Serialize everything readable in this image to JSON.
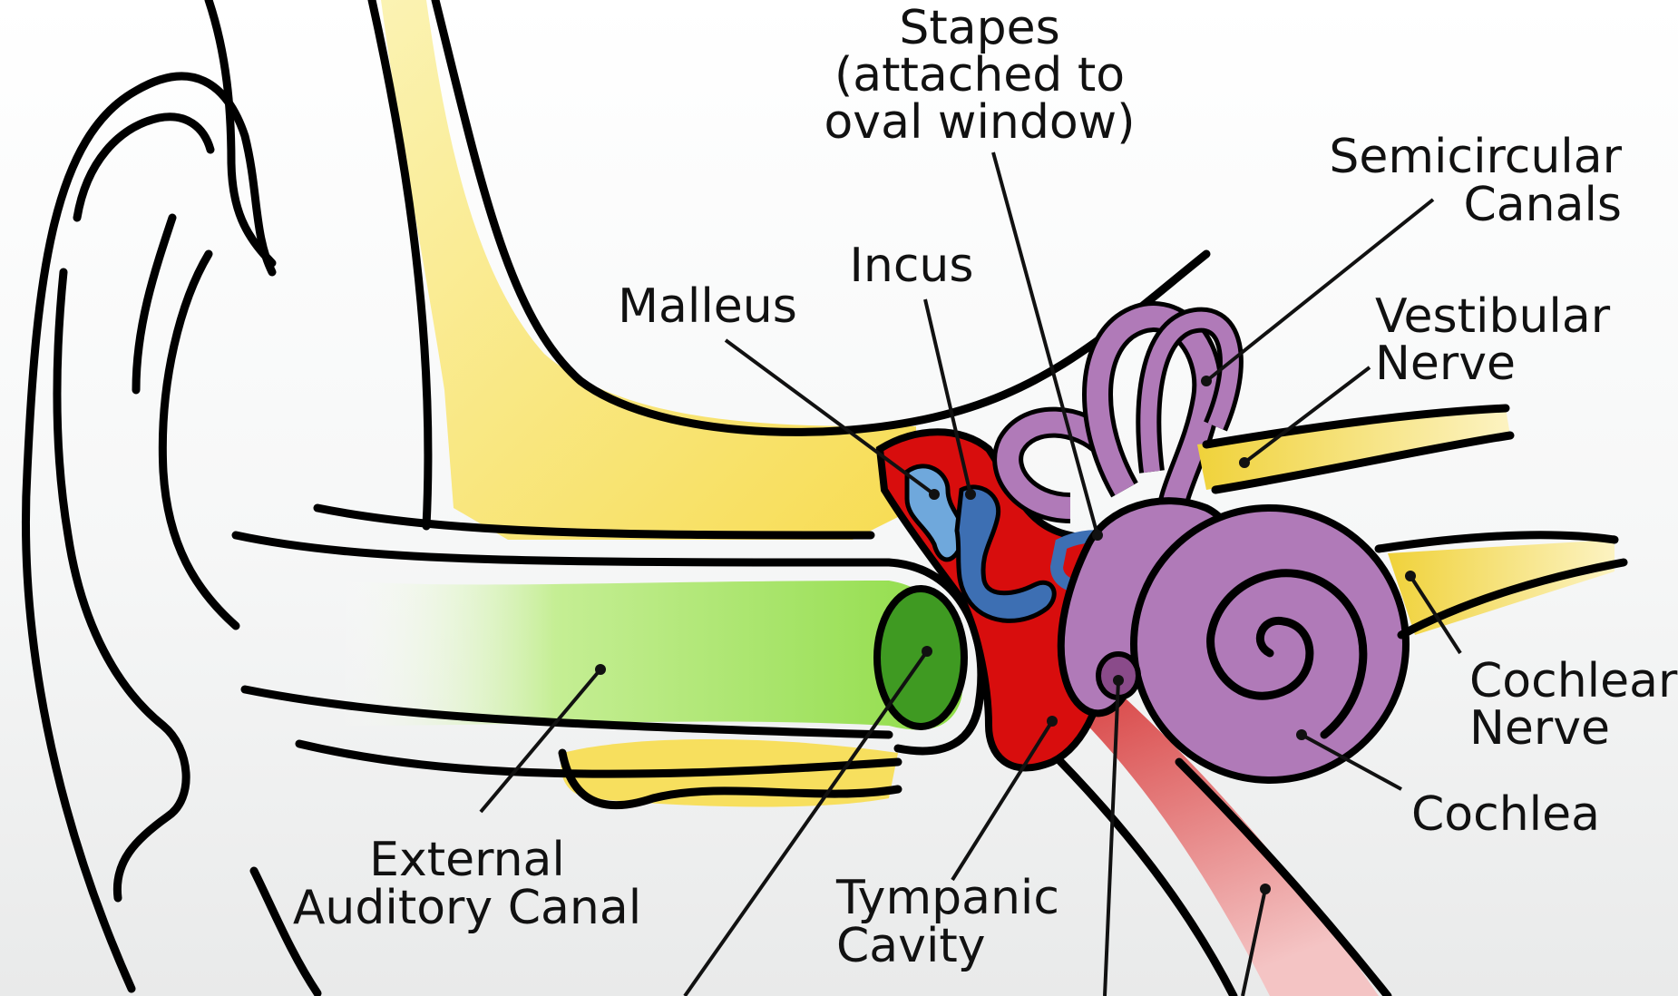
{
  "labels": {
    "stapes_line1": "Stapes",
    "stapes_line2": "(attached to",
    "stapes_line3": "oval window)",
    "semicircular_line1": "Semicircular",
    "semicircular_line2": "Canals",
    "incus": "Incus",
    "malleus": "Malleus",
    "vestibular_line1": "Vestibular",
    "vestibular_line2": "Nerve",
    "cochlear_nerve_line1": "Cochlear",
    "cochlear_nerve_line2": "Nerve",
    "cochlea": "Cochlea",
    "canal_line1": "External",
    "canal_line2": "Auditory Canal",
    "tympanic_line1": "Tympanic",
    "tympanic_line2": "Cavity"
  },
  "colors": {
    "bone": "#f7df5e",
    "canal": "#8fdc47",
    "eardrum": "#3f9a22",
    "middle_ear": "#d80d0d",
    "malleus": "#6fa8dc",
    "ossicles": "#3d6fb3",
    "inner_ear": "#b07ab8",
    "eustachian_tube": "#d85555",
    "outline": "#000000"
  }
}
